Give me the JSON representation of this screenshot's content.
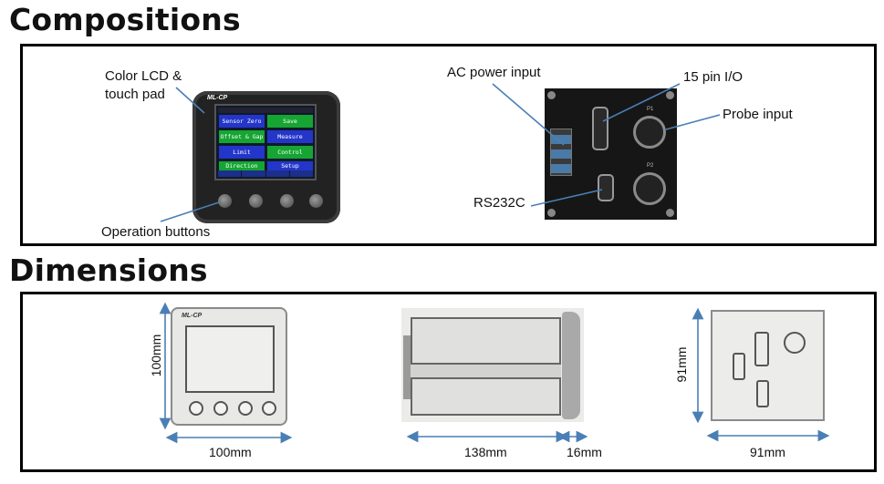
{
  "sections": {
    "compositions_title": "Compositions",
    "dimensions_title": "Dimensions"
  },
  "compositions": {
    "device_brand": "ML-CP",
    "labels": {
      "lcd_line1": "Color LCD &",
      "lcd_line2": "touch pad",
      "operation_buttons": "Operation buttons",
      "ac_power_input": "AC power input",
      "pin_io": "15 pin I/O",
      "probe_input": "Probe input",
      "rs232c": "RS232C"
    },
    "screen_buttons": [
      {
        "label": "Sensor Zero",
        "color": "#2436c9"
      },
      {
        "label": "Save",
        "color": "#16a533"
      },
      {
        "label": "Offset & Gap",
        "color": "#16a533"
      },
      {
        "label": "Measure",
        "color": "#2436c9"
      },
      {
        "label": "Limit",
        "color": "#2436c9"
      },
      {
        "label": "Control",
        "color": "#16a533"
      },
      {
        "label": "Direction",
        "color": "#16a533"
      },
      {
        "label": "Setup",
        "color": "#2436c9"
      }
    ],
    "rear_markings": {
      "probe1": "P1",
      "probe2": "P2"
    }
  },
  "dimensions": {
    "front_brand": "ML-CP",
    "front_height": "100mm",
    "front_width": "100mm",
    "side_length": "138mm",
    "side_depth": "16mm",
    "back_height": "91mm",
    "back_width": "91mm"
  },
  "colors": {
    "arrow": "#4a7fb5",
    "screen_blue": "#2436c9",
    "screen_green": "#16a533"
  }
}
